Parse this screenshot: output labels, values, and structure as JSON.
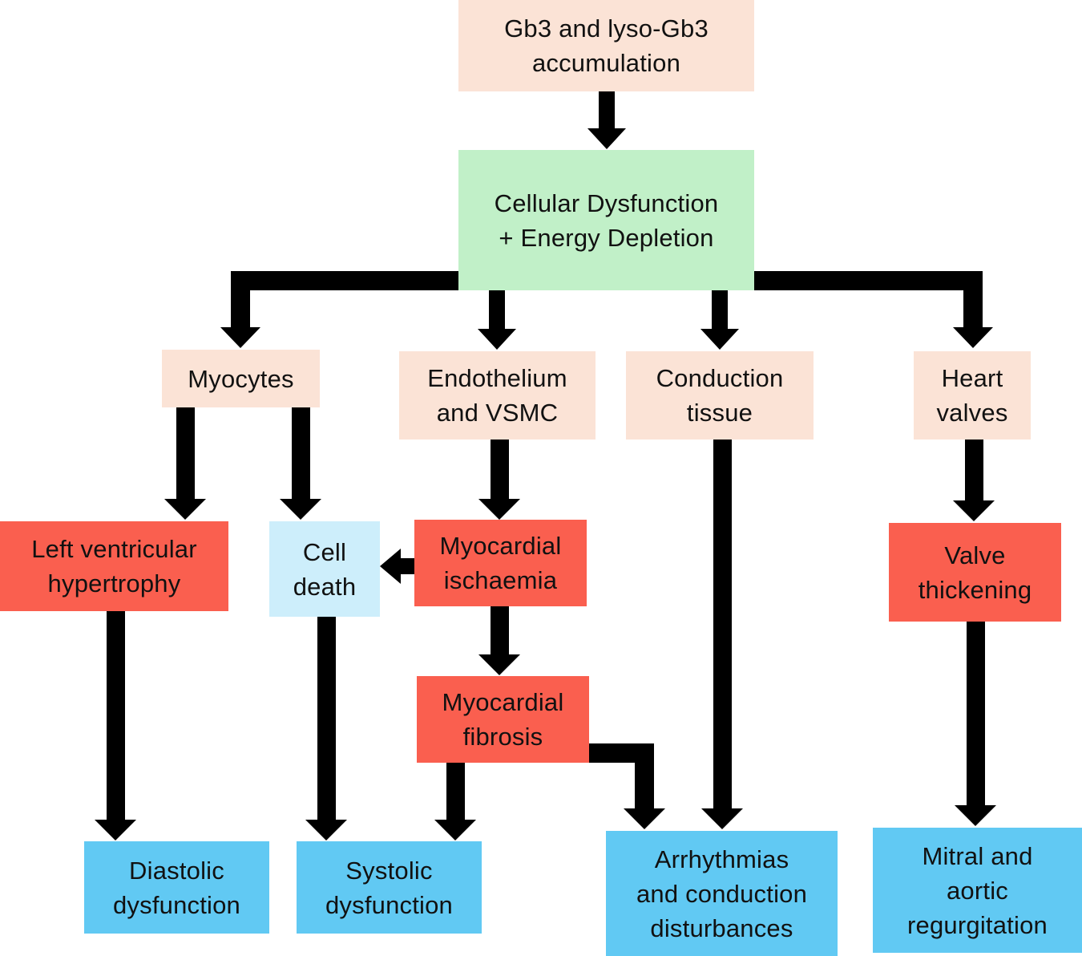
{
  "nodes": {
    "gb3": "Gb3 and lyso-Gb3\naccumulation",
    "cellular": "Cellular Dysfunction\n+ Energy Depletion",
    "myocytes": "Myocytes",
    "endothelium": "Endothelium\nand VSMC",
    "conduction": "Conduction\ntissue",
    "valves": "Heart\nvalves",
    "lvh": "Left ventricular\nhypertrophy",
    "celldeath": "Cell\ndeath",
    "ischaemia": "Myocardial\nischaemia",
    "valvethick": "Valve\nthickening",
    "fibrosis": "Myocardial\nfibrosis",
    "diastolic": "Diastolic\ndysfunction",
    "systolic": "Systolic\ndysfunction",
    "arrhythmias": "Arrhythmias\nand conduction\ndisturbances",
    "regurgitation": "Mitral and\naortic\nregurgitation"
  },
  "colors": {
    "peach": "#fbe3d6",
    "green": "#c1f0c8",
    "red": "#fa5f4f",
    "pale_blue": "#cdeefb",
    "blue": "#61c9f3",
    "arrow": "#000000"
  },
  "edges": [
    [
      "gb3",
      "cellular"
    ],
    [
      "cellular",
      "myocytes"
    ],
    [
      "cellular",
      "endothelium"
    ],
    [
      "cellular",
      "conduction"
    ],
    [
      "cellular",
      "valves"
    ],
    [
      "myocytes",
      "lvh"
    ],
    [
      "myocytes",
      "celldeath"
    ],
    [
      "endothelium",
      "ischaemia"
    ],
    [
      "ischaemia",
      "celldeath"
    ],
    [
      "ischaemia",
      "fibrosis"
    ],
    [
      "valves",
      "valvethick"
    ],
    [
      "lvh",
      "diastolic"
    ],
    [
      "celldeath",
      "systolic"
    ],
    [
      "fibrosis",
      "systolic"
    ],
    [
      "fibrosis",
      "arrhythmias"
    ],
    [
      "conduction",
      "arrhythmias"
    ],
    [
      "valvethick",
      "regurgitation"
    ]
  ]
}
